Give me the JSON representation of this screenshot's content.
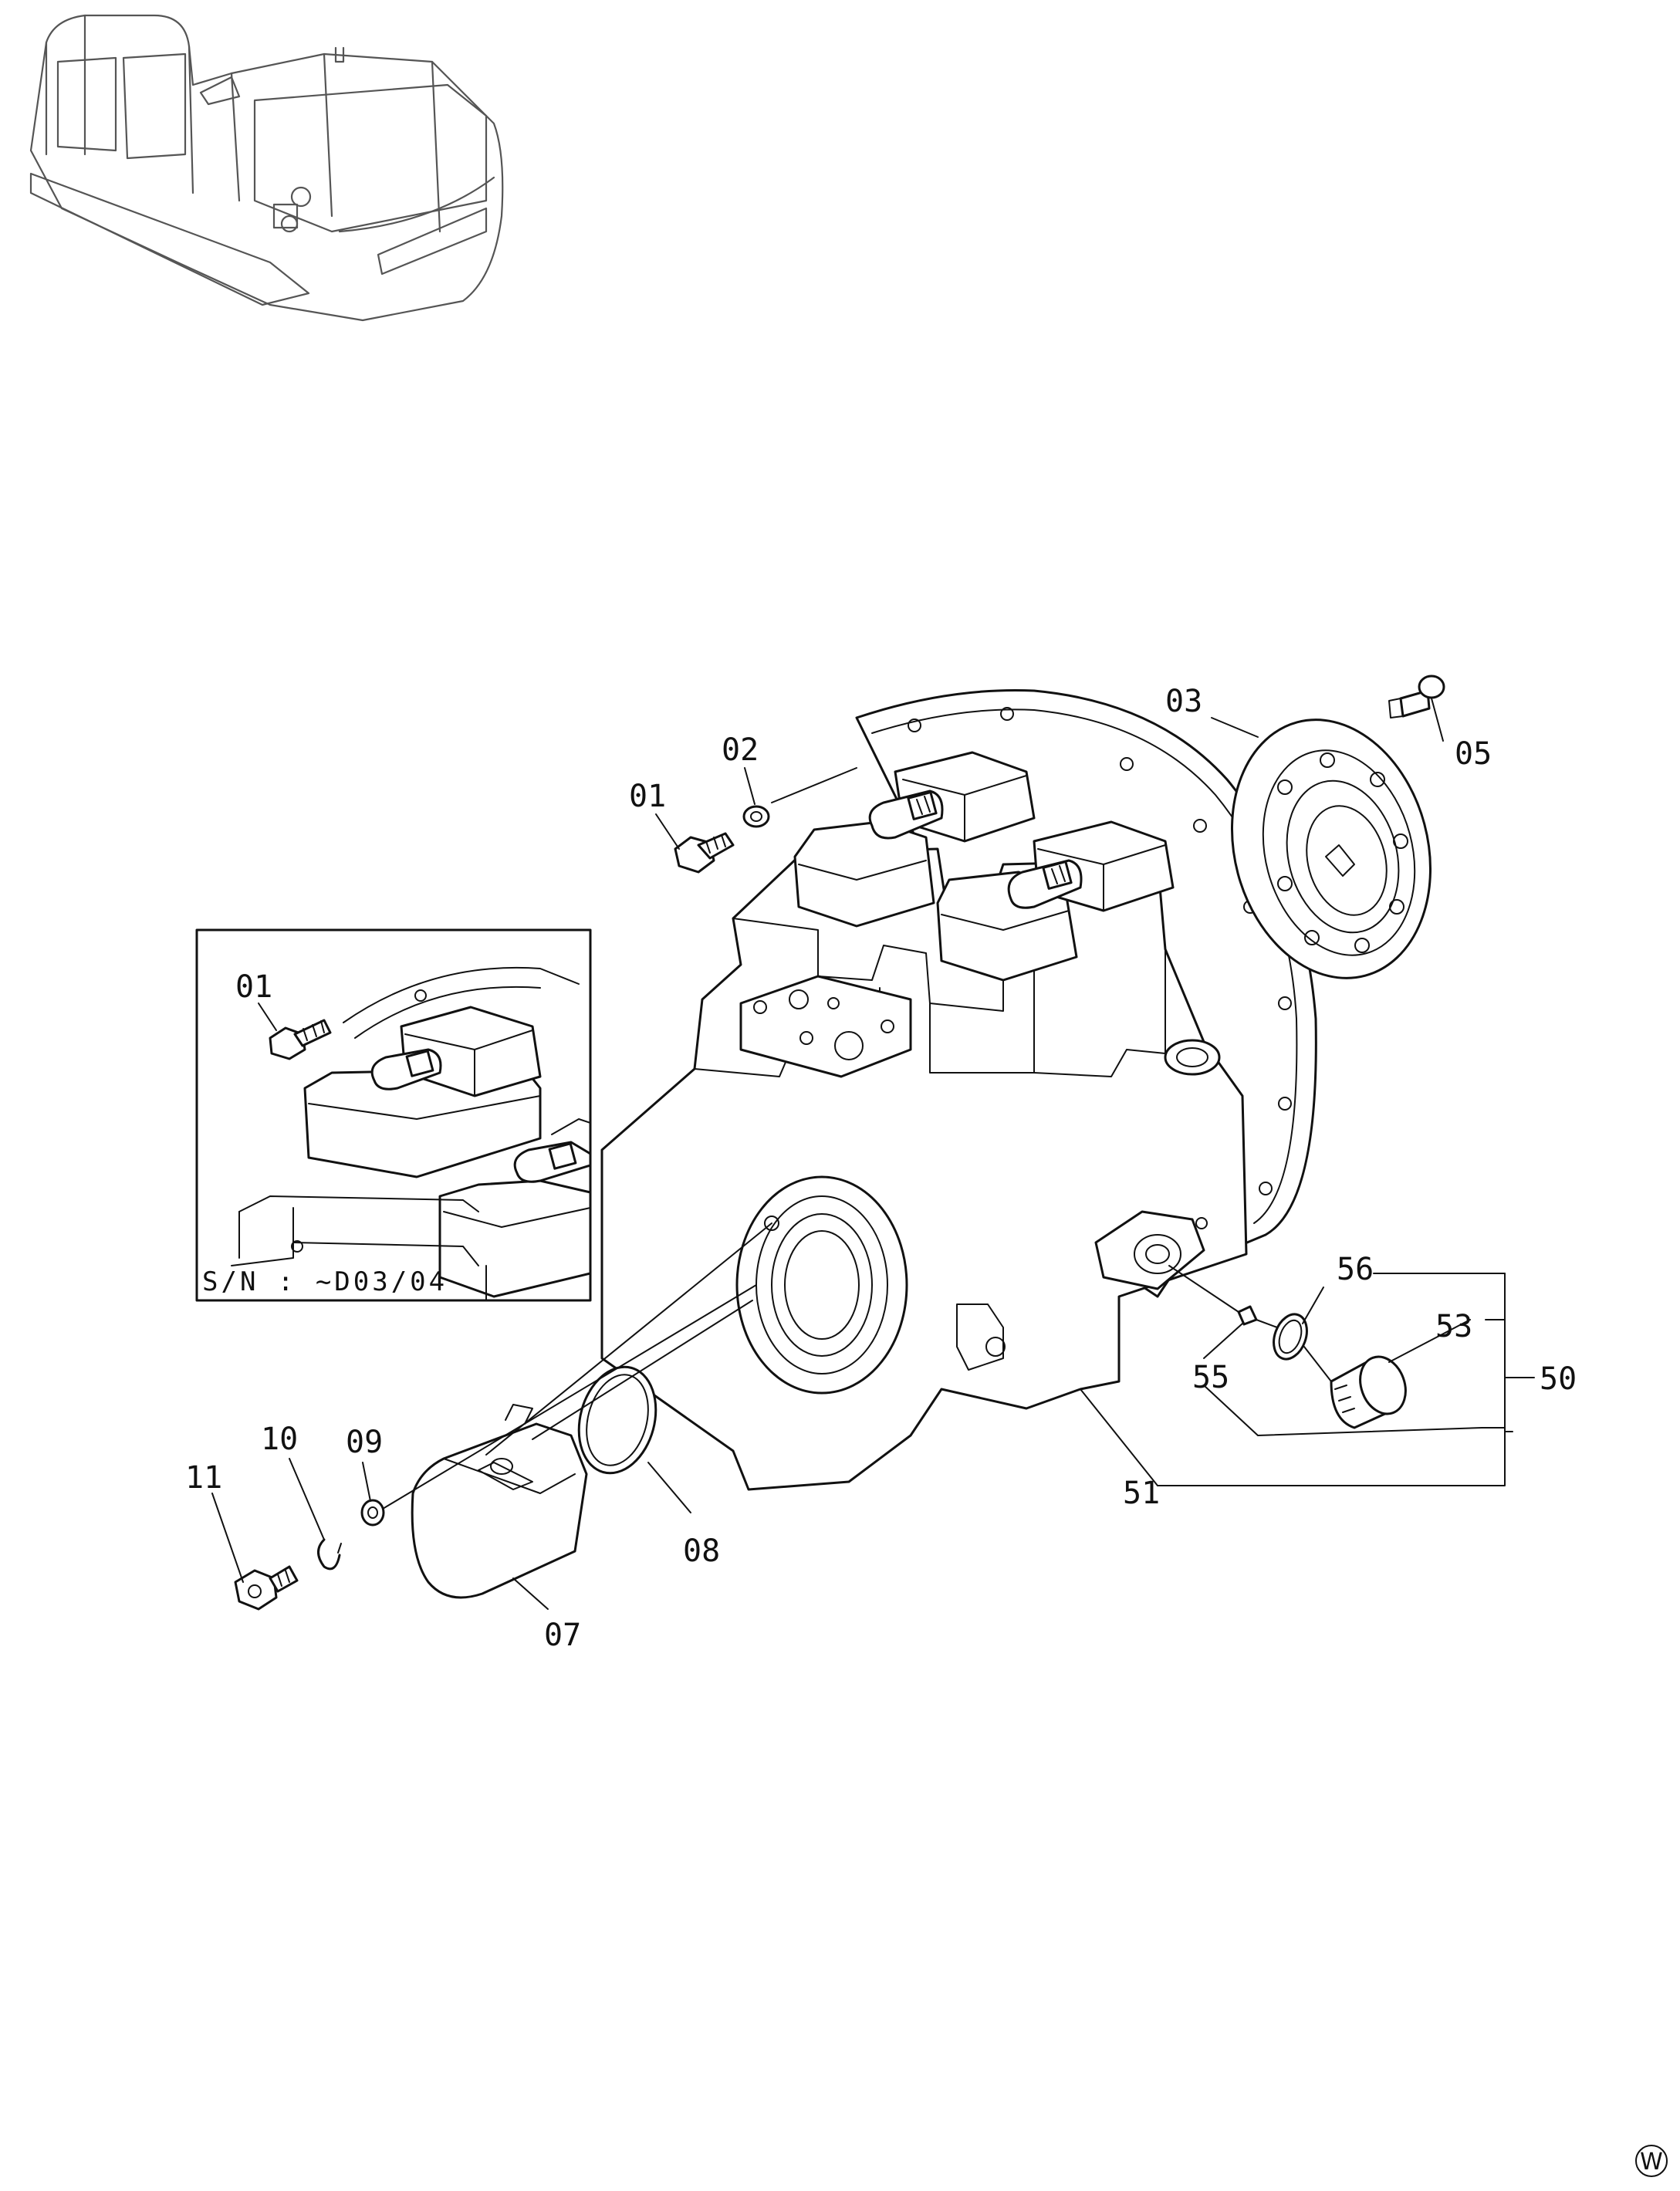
{
  "callouts": [
    {
      "id": "c01",
      "text": "01"
    },
    {
      "id": "c02",
      "text": "02"
    },
    {
      "id": "c03",
      "text": "03"
    },
    {
      "id": "c05",
      "text": "05"
    },
    {
      "id": "c07",
      "text": "07"
    },
    {
      "id": "c08",
      "text": "08"
    },
    {
      "id": "c09",
      "text": "09"
    },
    {
      "id": "c10",
      "text": "10"
    },
    {
      "id": "c11",
      "text": "11"
    },
    {
      "id": "c50",
      "text": "50"
    },
    {
      "id": "c51",
      "text": "51"
    },
    {
      "id": "c53",
      "text": "53"
    },
    {
      "id": "c55",
      "text": "55"
    },
    {
      "id": "c56",
      "text": "56"
    },
    {
      "id": "inset01",
      "text": "01"
    }
  ],
  "inset": {
    "serial_note": "S/N : ~D03/04"
  },
  "corner_mark": "W"
}
